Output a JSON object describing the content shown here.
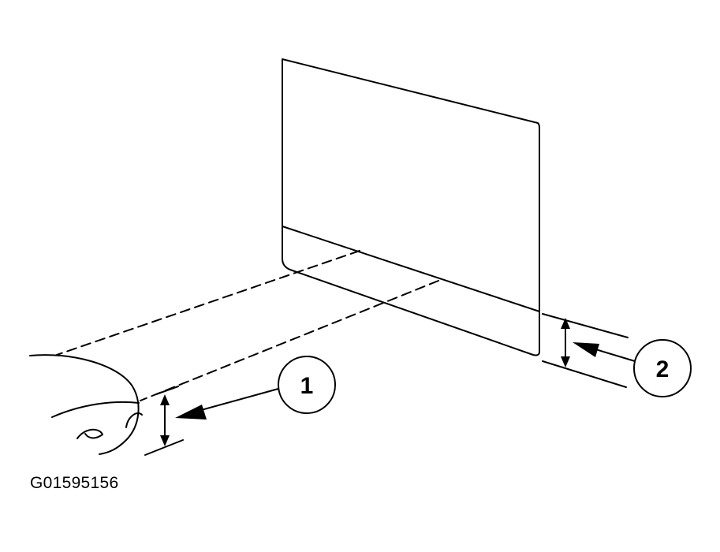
{
  "figure_id": "G01595156",
  "callouts": [
    {
      "number": "1"
    },
    {
      "number": "2"
    }
  ],
  "colors": {
    "line": "#000000",
    "background": "#ffffff"
  }
}
